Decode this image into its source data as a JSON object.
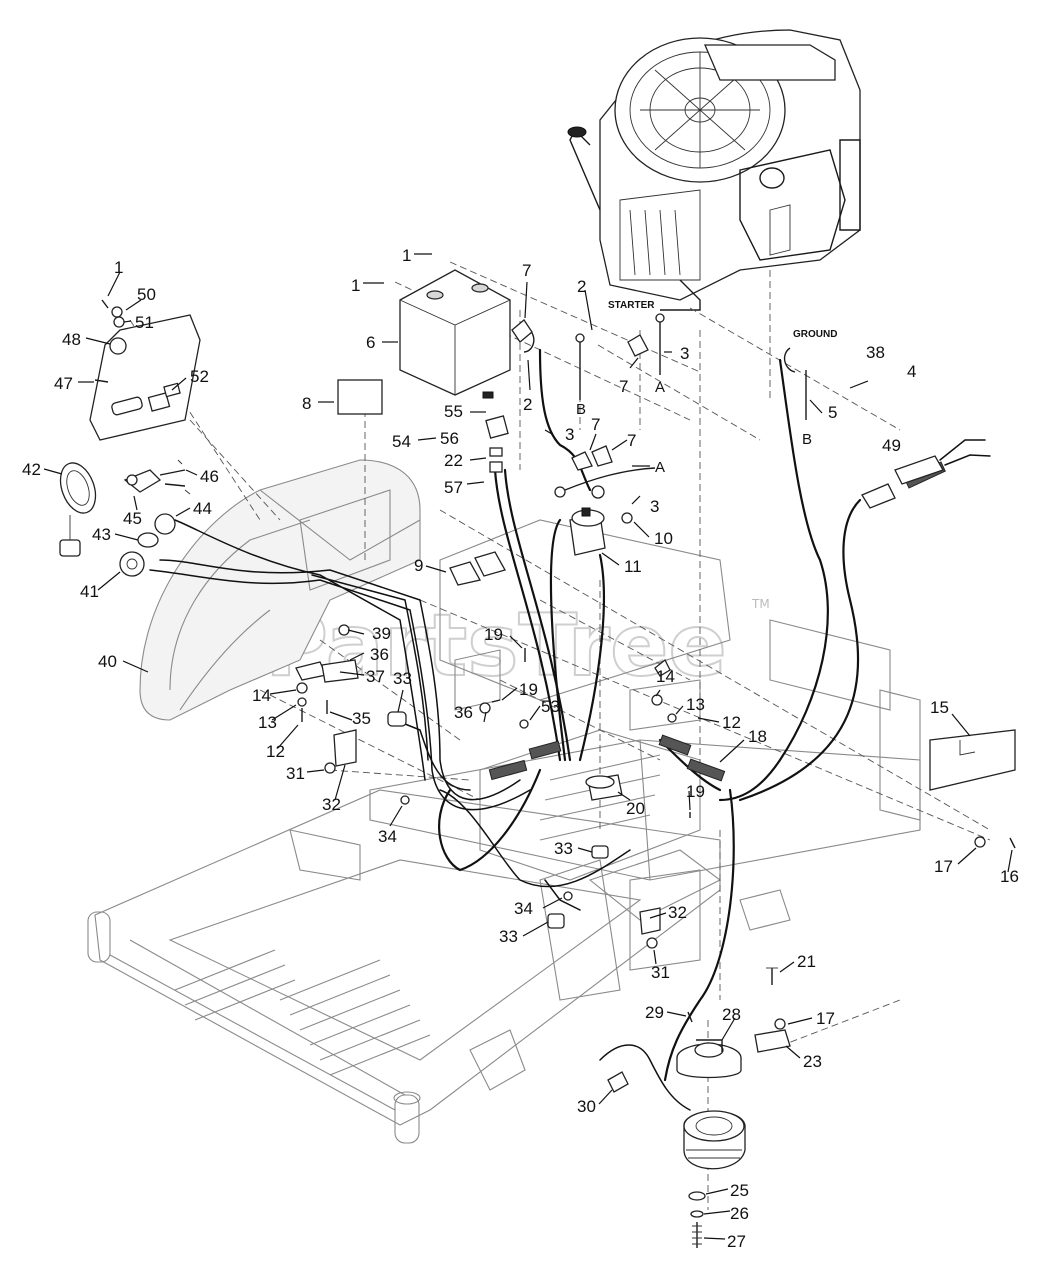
{
  "watermark": {
    "text": "PartsTree",
    "trademark": "TM"
  },
  "labels": {
    "starter": "STARTER",
    "ground": "GROUND",
    "conn_a1": "A",
    "conn_a2": "A",
    "conn_b1": "B",
    "conn_b2": "B"
  },
  "callouts": [
    "1",
    "1",
    "1",
    "2",
    "2",
    "3",
    "3",
    "3",
    "4",
    "5",
    "6",
    "7",
    "7",
    "7",
    "7",
    "8",
    "9",
    "10",
    "11",
    "12",
    "12",
    "13",
    "13",
    "14",
    "14",
    "15",
    "16",
    "17",
    "17",
    "18",
    "19",
    "19",
    "19",
    "20",
    "21",
    "22",
    "23",
    "25",
    "26",
    "27",
    "28",
    "29",
    "30",
    "31",
    "31",
    "32",
    "32",
    "33",
    "33",
    "33",
    "34",
    "34",
    "35",
    "36",
    "36",
    "37",
    "38",
    "39",
    "40",
    "41",
    "42",
    "43",
    "44",
    "45",
    "46",
    "47",
    "48",
    "49",
    "50",
    "51",
    "52",
    "53",
    "54",
    "55",
    "56",
    "57"
  ]
}
